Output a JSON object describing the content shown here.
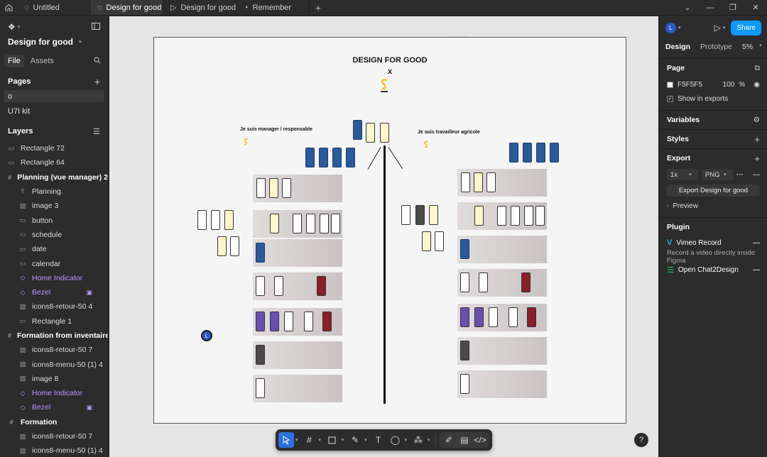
{
  "tabs": [
    {
      "label": "Untitled",
      "icon": "figma-file-icon"
    },
    {
      "label": "Design for good",
      "icon": "figma-file-icon",
      "active": true
    },
    {
      "label": "Design for good - o",
      "icon": "prototype-play-icon"
    },
    {
      "label": "Remember",
      "icon": "figjam-icon"
    }
  ],
  "left": {
    "file_name": "Design for good",
    "file_tab": "File",
    "assets_tab": "Assets",
    "pages_title": "Pages",
    "pages": [
      "o",
      "U7I kit"
    ],
    "layers_title": "Layers",
    "layers": [
      {
        "label": "Rectangle 72",
        "kind": "rect",
        "indent": 0
      },
      {
        "label": "Rectangle 64",
        "kind": "rect",
        "indent": 0
      },
      {
        "label": "Planning (vue manager) 2",
        "kind": "frame",
        "indent": 0
      },
      {
        "label": "Planning.",
        "kind": "text",
        "indent": 1
      },
      {
        "label": "image 3",
        "kind": "image",
        "indent": 1
      },
      {
        "label": "button",
        "kind": "rect",
        "indent": 1
      },
      {
        "label": "schedule",
        "kind": "rect",
        "indent": 1
      },
      {
        "label": "date",
        "kind": "rect",
        "indent": 1
      },
      {
        "label": "calendar",
        "kind": "rect",
        "indent": 1
      },
      {
        "label": "Home Indicator",
        "kind": "component",
        "indent": 1
      },
      {
        "label": "Bezel",
        "kind": "component",
        "indent": 1,
        "locked": true
      },
      {
        "label": "icons8-retour-50 4",
        "kind": "image",
        "indent": 1
      },
      {
        "label": "Rectangle 1",
        "kind": "rect",
        "indent": 1
      },
      {
        "label": "Formation from inventaire",
        "kind": "frame",
        "indent": 0
      },
      {
        "label": "icons8-retour-50 7",
        "kind": "image",
        "indent": 1
      },
      {
        "label": "icons8-menu-50 (1) 4",
        "kind": "image",
        "indent": 1
      },
      {
        "label": "image 8",
        "kind": "image",
        "indent": 1
      },
      {
        "label": "Home Indicator",
        "kind": "component",
        "indent": 1
      },
      {
        "label": "Bezel",
        "kind": "component",
        "indent": 1,
        "locked": true
      },
      {
        "label": "Formation",
        "kind": "frame",
        "indent": 0
      },
      {
        "label": "icons8-retour-50 7",
        "kind": "image",
        "indent": 1
      },
      {
        "label": "icons8-menu-50 (1) 4",
        "kind": "image",
        "indent": 1
      }
    ]
  },
  "canvas": {
    "title": "DESIGN FOR GOOD",
    "x": "x",
    "manager_label": "Je suis manager / responsable",
    "worker_label": "Je suis travailleur agricole",
    "collaborator_initial": "L",
    "colors": {
      "board_bg": "#F5F5F5",
      "accent_yellow": "#F4C430"
    }
  },
  "right": {
    "user_initial": "L",
    "share_label": "Share",
    "design_tab": "Design",
    "prototype_tab": "Prototype",
    "zoom": "5%",
    "page_title": "Page",
    "page_color": "F5F5F5",
    "page_opacity": "100",
    "percent": "%",
    "show_in_exports": "Show in exports",
    "variables_title": "Variables",
    "styles_title": "Styles",
    "export_title": "Export",
    "export_scale": "1x",
    "export_format": "PNG",
    "export_button": "Export Design for good",
    "preview_label": "Preview",
    "plugin_title": "Plugin",
    "plugins": [
      {
        "name": "Vimeo Record",
        "desc": "Record a video directly inside Figma"
      },
      {
        "name": "Open Chat2Design",
        "desc": ""
      }
    ]
  }
}
